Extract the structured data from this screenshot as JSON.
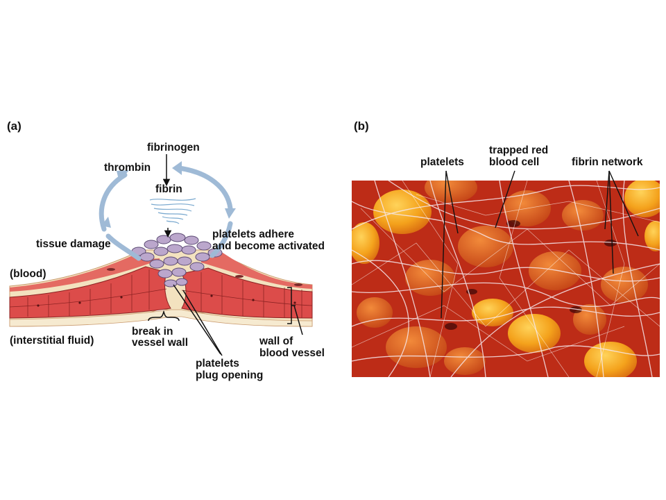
{
  "panel_a": {
    "tag": "(a)",
    "labels": {
      "fibrinogen": "fibrinogen",
      "thrombin": "thrombin",
      "fibrin": "fibrin",
      "tissue_damage": "tissue damage",
      "platelets_adhere_1": "platelets adhere",
      "platelets_adhere_2": "and become activated",
      "blood": "(blood)",
      "interstitial_fluid": "(interstitial fluid)",
      "break_1": "break in",
      "break_2": "vessel wall",
      "wall_1": "wall of",
      "wall_2": "blood vessel",
      "plug_1": "platelets",
      "plug_2": "plug opening"
    }
  },
  "panel_b": {
    "tag": "(b)",
    "labels": {
      "platelets": "platelets",
      "trapped_1": "trapped red",
      "trapped_2": "blood cell",
      "fibrin_network": "fibrin network"
    }
  },
  "colors": {
    "vessel_red": "#d9534f",
    "vessel_cream": "#f5e6c4",
    "cycle_arrow": "#9fb8d4",
    "platelet": "#b9a6c9",
    "micrograph_bg": "#c8321a",
    "rbc_orange": "#f4a21c",
    "fibrin_white": "#f3e6ea"
  }
}
